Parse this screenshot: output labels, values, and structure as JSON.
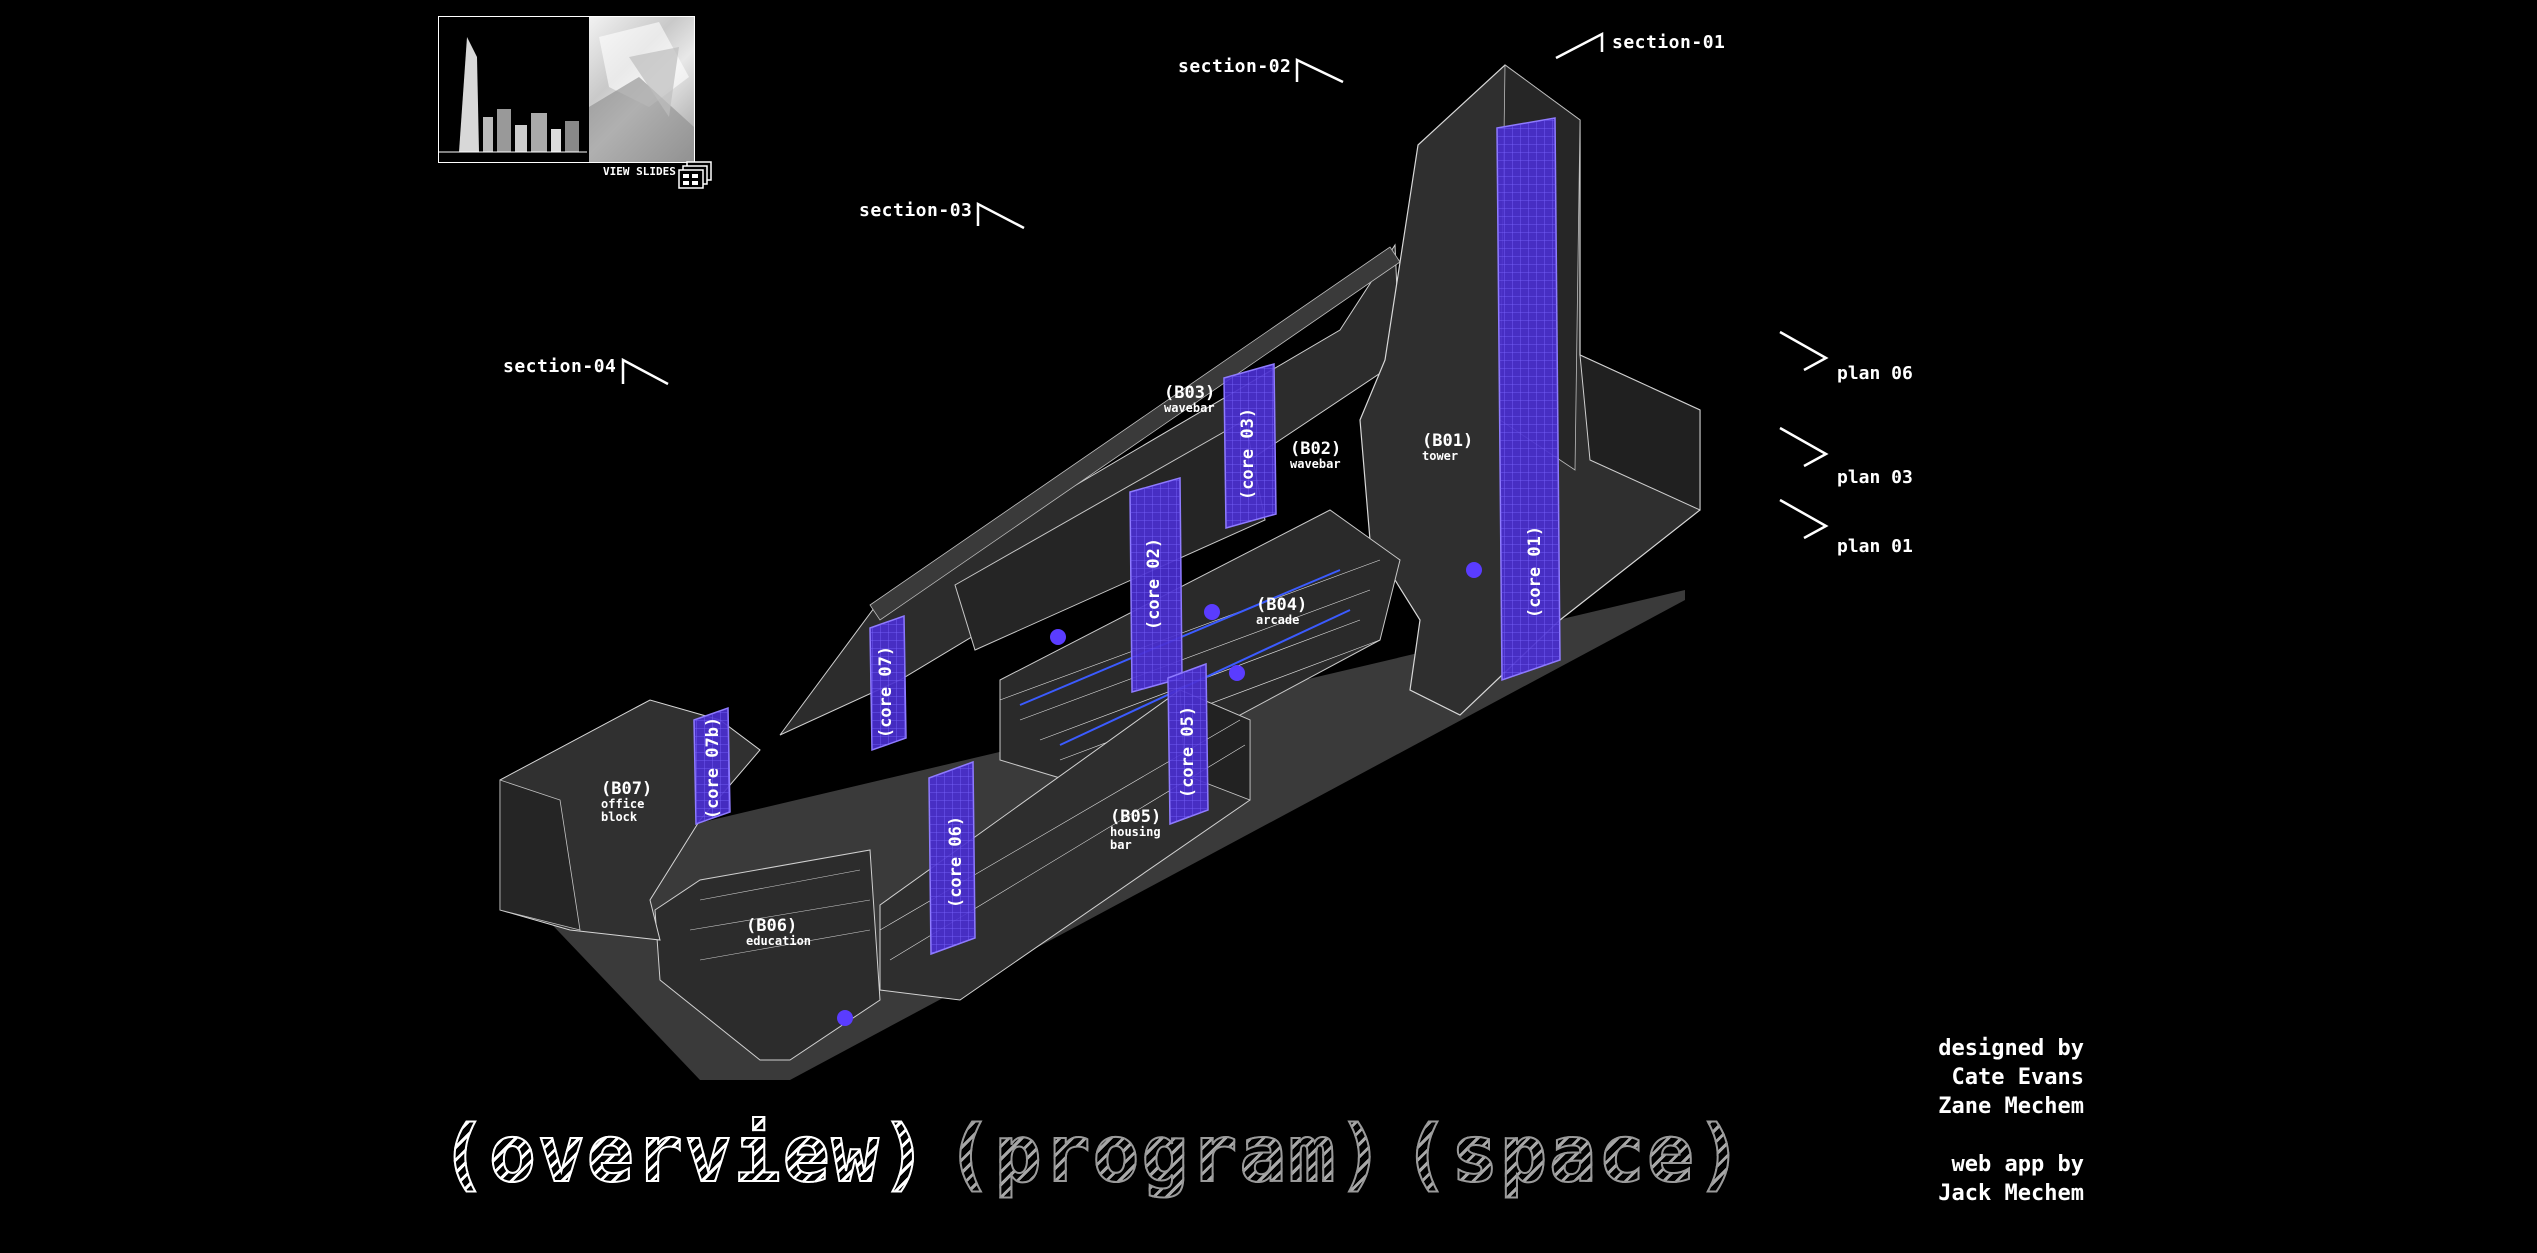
{
  "sections": {
    "s01": "section-01",
    "s02": "section-02",
    "s03": "section-03",
    "s04": "section-04"
  },
  "plans": {
    "p06": "plan 06",
    "p03": "plan 03",
    "p01": "plan 01"
  },
  "buildings": {
    "b01": {
      "name": "(B01)",
      "type": "tower"
    },
    "b02": {
      "name": "(B02)",
      "type": "wavebar"
    },
    "b03": {
      "name": "(B03)",
      "type": "wavebar"
    },
    "b04": {
      "name": "(B04)",
      "type": "arcade"
    },
    "b05": {
      "name": "(B05)",
      "type": "housing\nbar"
    },
    "b06": {
      "name": "(B06)",
      "type": "education"
    },
    "b07": {
      "name": "(B07)",
      "type": "office\nblock"
    }
  },
  "cores": {
    "c01": "(core 01)",
    "c02": "(core 02)",
    "c03": "(core 03)",
    "c05": "(core 05)",
    "c06": "(core 06)",
    "c07": "(core 07)",
    "c07b": "(core 07b)"
  },
  "thumbnail": {
    "button_label": "VIEW SLIDES",
    "icon": "slides-icon"
  },
  "nav": {
    "overview": "(overview)",
    "program": "(program)",
    "space": "(space)",
    "active": "overview"
  },
  "credits": {
    "designed_by_label": "designed by",
    "designer_1": "Cate Evans",
    "designer_2": "Zane Mechem",
    "web_app_label": "web app by",
    "developer": "Jack Mechem"
  },
  "colors": {
    "background": "#000000",
    "mass": "#2e2e2e",
    "mass_edge": "#d0d0d0",
    "core": "#4a2fd0",
    "core_edge": "#8f7bff",
    "marker": "#5a3cff"
  }
}
